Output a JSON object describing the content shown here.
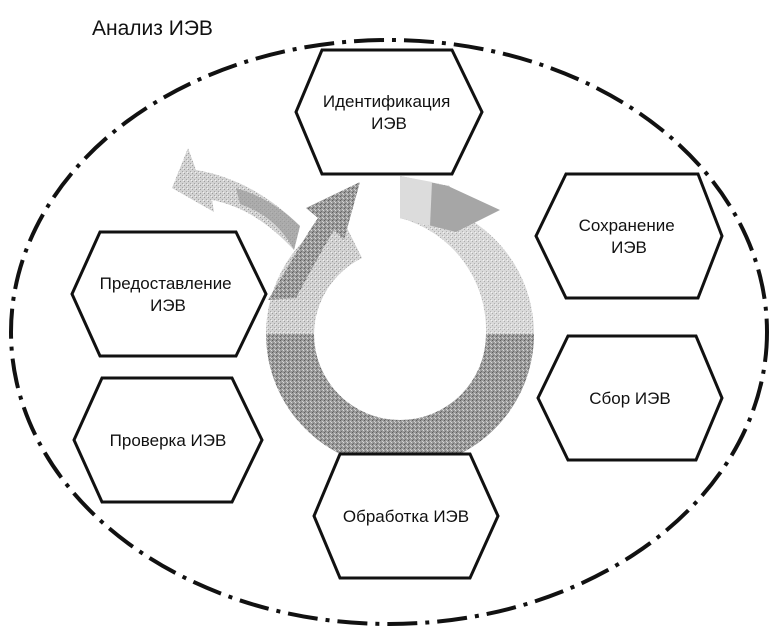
{
  "title": "Анализ ИЭВ",
  "stages": {
    "identification": [
      "Идентификация",
      "ИЭВ"
    ],
    "preservation": [
      "Сохранение",
      "ИЭВ"
    ],
    "collection": [
      "Сбор ИЭВ"
    ],
    "processing": [
      "Обработка ИЭВ"
    ],
    "verification": [
      "Проверка ИЭВ"
    ],
    "provision": [
      "Предоставление",
      "ИЭВ"
    ]
  },
  "colors": {
    "outline": "#111111",
    "ring_dark": "#8f8f8f",
    "ring_mid": "#b4b4b4",
    "ring_light": "#cfcfcf",
    "arrow_dark": "#7e7e7e",
    "arrow_light": "#bdbdbd"
  }
}
